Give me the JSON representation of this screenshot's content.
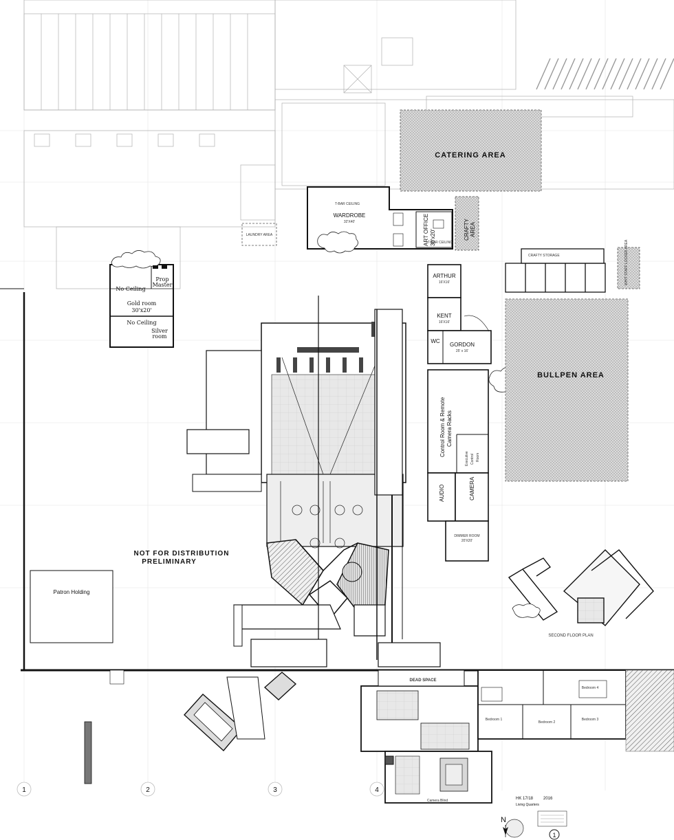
{
  "rooms": {
    "catering": "CATERING AREA",
    "wardrobe": "WARDROBE",
    "wardrobe_size": "32'X40'",
    "tbar_ceiling_1": "T-BAR CEILING",
    "tbar_ceiling_2": "T-BAR CEILING",
    "art_office": "ART OFFICE",
    "art_office_size": "30'x20'",
    "crafty": "CRAFTY",
    "crafty_area": "AREA",
    "laundry": "LAUNDRY AREA",
    "no_ceiling_1": "No Ceiling",
    "prop": "Prop",
    "master": "Master",
    "gold_room": "Gold room",
    "gold_size": "30'x20'",
    "no_ceiling_2": "No Ceiling",
    "silver": "Silver",
    "silver_room": "room",
    "arthur": "ARTHUR",
    "arthur_size": "16'X16'",
    "kent": "KENT",
    "kent_size": "16'X16'",
    "wc": "WC",
    "gordon": "GORDON",
    "gordon_size": "25' x 16'",
    "bullpen": "BULLPEN AREA",
    "control_room": "Control Room & Remote",
    "camera_racks": "Camera Racks",
    "exec_1": "Executive",
    "exec_2": "Control",
    "exec_3": "Room",
    "audio": "AUDIO",
    "camera": "CAMERA",
    "dimmer": "DIMMER ROOM",
    "dimmer_size": "20'X20'",
    "patron": "Patron Holding",
    "second_floor": "SECOND FLOOR PLAN",
    "dead_space": "DEAD SPACE",
    "crafty_storage": "CRAFTY STORAGE",
    "lockers": "WHIT STAFF LOCKER AREA",
    "bedroom1": "Bedroom 1",
    "bedroom2": "Bedroom 2",
    "bedroom3": "Bedroom 3",
    "bedroom4": "Bedroom 4",
    "camera_blind": "Camera Blind"
  },
  "notes": {
    "not_for_distribution": "NOT FOR DISTRIBUTION",
    "preliminary": "PRELIMINARY"
  },
  "grid": {
    "labels": [
      "1",
      "2",
      "3",
      "4"
    ]
  },
  "title_block": {
    "project": "HK 17/18",
    "year": "2016",
    "sheet_title": "Living Quarters",
    "north": "N",
    "sheet_number": "1"
  }
}
